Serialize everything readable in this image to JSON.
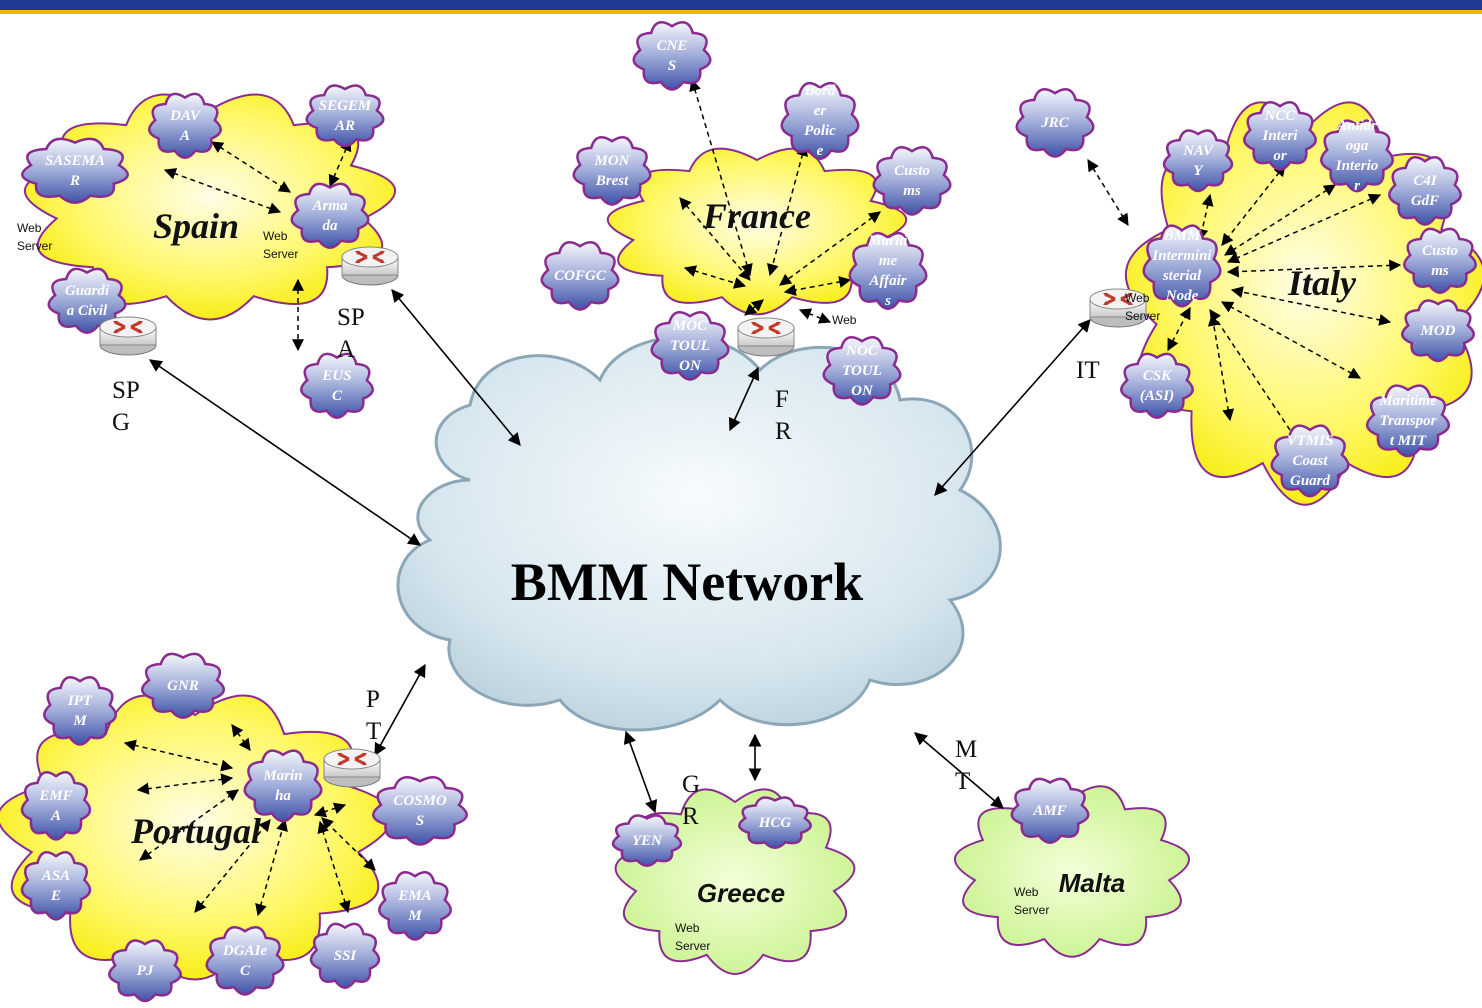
{
  "header_colors": {
    "blue": "#1f3a93",
    "gold": "#f2b705"
  },
  "network": {
    "title": "BMM Network"
  },
  "countries": {
    "spain": "Spain",
    "france": "France",
    "italy": "Italy",
    "portugal": "Portugal",
    "greece": "Greece",
    "malta": "Malta"
  },
  "web_server": {
    "line1": "Web",
    "line2": "Server"
  },
  "node_codes": {
    "spg": [
      "SP",
      "G"
    ],
    "spa": [
      "SP",
      "A"
    ],
    "fr": [
      "F",
      "R"
    ],
    "it": [
      "IT"
    ],
    "pt": [
      "P",
      "T"
    ],
    "gr": [
      "G",
      "R"
    ],
    "mt": [
      "M",
      "T"
    ]
  },
  "nodes": {
    "sasemar": [
      "SASEMA",
      "R"
    ],
    "dava": [
      "DAV",
      "A"
    ],
    "segemar": [
      "SEGEM",
      "AR"
    ],
    "armada": [
      "Arma",
      "da"
    ],
    "guardia_civil": [
      "Guardi",
      "a Civil"
    ],
    "eusc": [
      "EUS",
      "C"
    ],
    "cnes": [
      "CNE",
      "S"
    ],
    "border_police": [
      "Bord",
      "er",
      "Polic",
      "e"
    ],
    "mon_brest": [
      "MON",
      "Brest"
    ],
    "customs_fr": [
      "Custo",
      "ms"
    ],
    "cofgc": [
      "COFGC"
    ],
    "maritime_affairs": [
      "Mariti",
      "me",
      "Affair",
      "s"
    ],
    "moc_toulon": [
      "MOC",
      "TOUL",
      "ON"
    ],
    "noc_toulon": [
      "NOC",
      "TOUL",
      "ON"
    ],
    "jrc": [
      "JRC"
    ],
    "ncc_interior": [
      "NCC",
      "Interi",
      "or"
    ],
    "antidroga": [
      "Antidr",
      "oga",
      "Interio",
      "r"
    ],
    "navy": [
      "NAV",
      "Y"
    ],
    "c4i_gdf": [
      "C4I",
      "GdF"
    ],
    "bmm_node": [
      "BMM",
      "Intermini",
      "sterial",
      "Node"
    ],
    "customs_it": [
      "Custo",
      "ms"
    ],
    "mod": [
      "MOD"
    ],
    "csk": [
      "CSK",
      "(ASI)"
    ],
    "maritime_transport": [
      "Maritime",
      "Transpor",
      "t MIT"
    ],
    "vtmis": [
      "VTMIS",
      "Coast",
      "Guard"
    ],
    "iptm": [
      "IPT",
      "M"
    ],
    "gnr": [
      "GNR"
    ],
    "marinha": [
      "Marin",
      "ha"
    ],
    "emfa": [
      "EMF",
      "A"
    ],
    "cosmos": [
      "COSMO",
      "S"
    ],
    "asae": [
      "ASA",
      "E"
    ],
    "emam": [
      "EMA",
      "M"
    ],
    "pj": [
      "PJ"
    ],
    "dgaiec": [
      "DGAIe",
      "C"
    ],
    "ssi": [
      "SSI"
    ],
    "yen": [
      "YEN"
    ],
    "hcg": [
      "HCG"
    ],
    "amf": [
      "AMF"
    ]
  }
}
